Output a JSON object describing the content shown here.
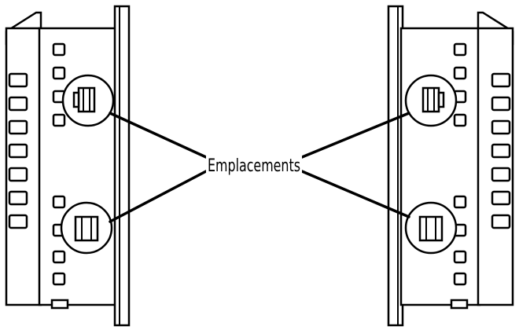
{
  "callout_label": "Emplacements",
  "colors": {
    "line": "#000000",
    "fill": "#ffffff"
  },
  "devices": [
    "left-device-side-view",
    "right-device-side-view"
  ],
  "callouts_count": 4
}
